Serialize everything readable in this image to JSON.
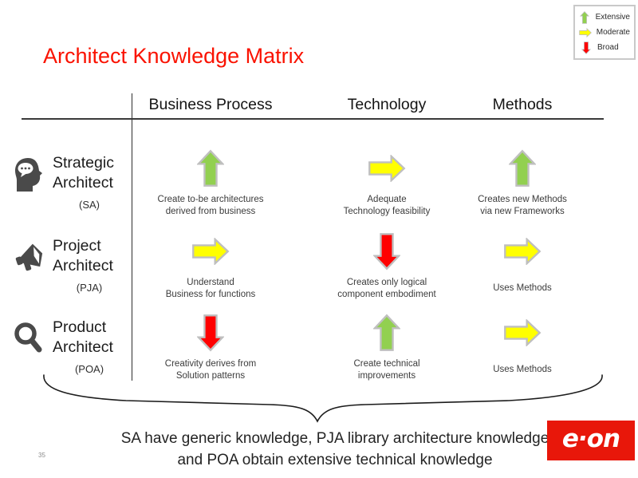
{
  "slide": {
    "title": "Architect Knowledge Matrix",
    "page_number": "35",
    "footer": "SA have generic knowledge, PJA library architecture knowledge\nand POA obtain extensive technical knowledge"
  },
  "colors": {
    "title_red": "#fa1200",
    "arrow_green": "#92d050",
    "arrow_yellow": "#ffff00",
    "arrow_red": "#ff0000",
    "arrow_outline": "#bfbfbf",
    "logo_red": "#e8170a"
  },
  "legend": {
    "items": [
      {
        "label": "Extensive",
        "arrow": "up",
        "color": "#92d050"
      },
      {
        "label": "Moderate",
        "arrow": "right",
        "color": "#ffff00"
      },
      {
        "label": "Broad",
        "arrow": "down",
        "color": "#ff0000"
      }
    ]
  },
  "matrix": {
    "columns": [
      "Business Process",
      "Technology",
      "Methods"
    ],
    "rows": [
      {
        "role": "Strategic\nArchitect",
        "abbr": "(SA)",
        "icon": "thinking-head-icon",
        "cells": [
          {
            "level": "Extensive",
            "arrow": "up",
            "color": "#92d050",
            "text": "Create to-be architectures\nderived from business"
          },
          {
            "level": "Moderate",
            "arrow": "right",
            "color": "#ffff00",
            "text": "Adequate\nTechnology feasibility"
          },
          {
            "level": "Extensive",
            "arrow": "up",
            "color": "#92d050",
            "text": "Creates new Methods\nvia new Frameworks"
          }
        ]
      },
      {
        "role": "Project\nArchitect",
        "abbr": "(PJA)",
        "icon": "megaphone-icon",
        "cells": [
          {
            "level": "Moderate",
            "arrow": "right",
            "color": "#ffff00",
            "text": "Understand\nBusiness for functions"
          },
          {
            "level": "Broad",
            "arrow": "down",
            "color": "#ff0000",
            "text": "Creates only logical\ncomponent embodiment"
          },
          {
            "level": "Moderate",
            "arrow": "right",
            "color": "#ffff00",
            "text": "Uses Methods"
          }
        ]
      },
      {
        "role": "Product\nArchitect",
        "abbr": "(POA)",
        "icon": "magnifier-icon",
        "cells": [
          {
            "level": "Broad",
            "arrow": "down",
            "color": "#ff0000",
            "text": "Creativity derives from\nSolution patterns"
          },
          {
            "level": "Extensive",
            "arrow": "up",
            "color": "#92d050",
            "text": "Create technical\nimprovements"
          },
          {
            "level": "Moderate",
            "arrow": "right",
            "color": "#ffff00",
            "text": "Uses Methods"
          }
        ]
      }
    ]
  },
  "logo": {
    "text": "e·on"
  }
}
